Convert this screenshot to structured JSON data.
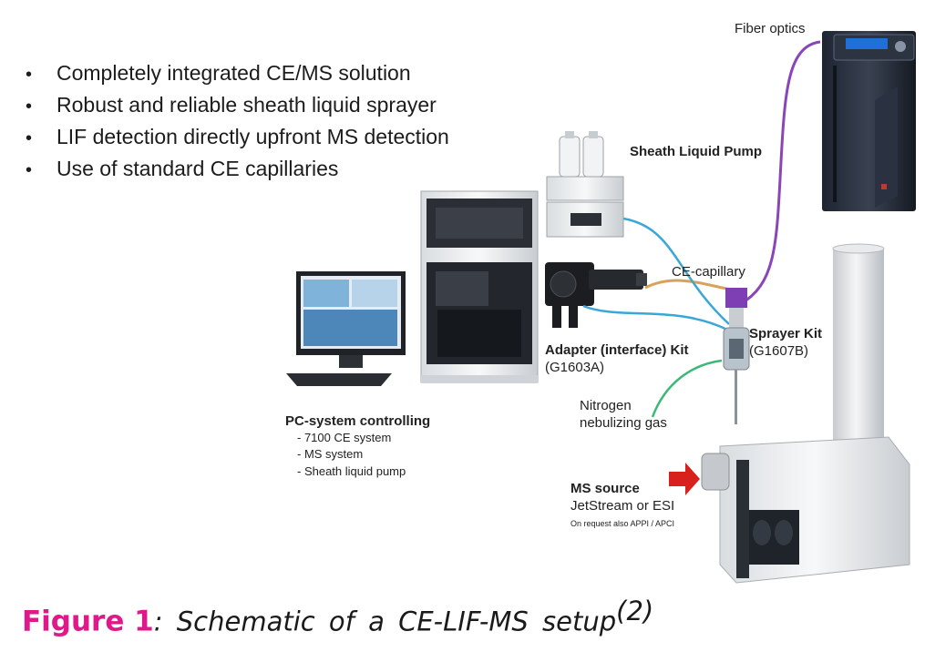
{
  "bullets": [
    "Completely integrated CE/MS solution",
    "Robust and reliable sheath liquid sprayer",
    "LIF detection directly upfront MS detection",
    "Use of standard CE capillaries"
  ],
  "bullet_symbol": "•",
  "labels": {
    "fiber_optics": "Fiber optics",
    "sheath_pump": "Sheath Liquid Pump",
    "ce_capillary": "CE-capillary",
    "sprayer_kit": "Sprayer Kit",
    "sprayer_part": "(G1607B)",
    "adapter_kit": "Adapter (interface) Kit",
    "adapter_part": "(G1603A)",
    "nitrogen_1": "Nitrogen",
    "nitrogen_2": "nebulizing gas",
    "pc_title": "PC-system controlling",
    "pc_items": [
      "- 7100 CE system",
      "- MS system",
      "- Sheath liquid pump"
    ],
    "ms_source": "MS source",
    "ms_source_sub": "JetStream or ESI",
    "ms_source_note": "On request also APPI / APCI"
  },
  "caption": {
    "figure": "Figure 1",
    "text": ": Schematic  of  a  CE-LIF-MS  setup",
    "ref": "(2)"
  },
  "colors": {
    "fiber": "#8a46b8",
    "capillary": "#d9a25a",
    "sheath_line": "#39a7d8",
    "nitrogen_line": "#3cb878",
    "arrow": "#d8211c",
    "figure_label": "#e0198a"
  }
}
